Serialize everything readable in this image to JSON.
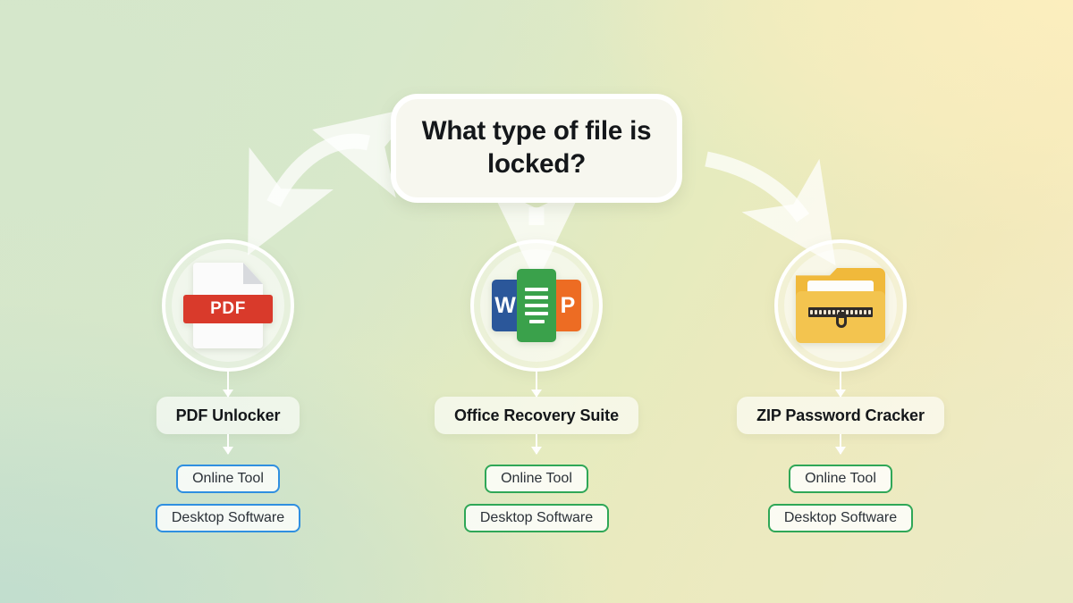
{
  "theme": {
    "bg_green": "#d4e6cb",
    "bg_yellow": "#f7edc4",
    "card_bg": "#f7f7ef",
    "card_border": "#ffffff",
    "text_dark": "#14171a",
    "blue_accent": "#2f8fe0",
    "green_accent": "#2fa757",
    "pdf_red": "#d93a2b",
    "word_blue": "#2b579a",
    "excel_green": "#3aa14b",
    "powerpoint_orange": "#ed6c23",
    "zip_yellow": "#f3c44f",
    "zip_dark": "#2f2b28"
  },
  "root": {
    "question": "What type of file is locked?"
  },
  "branches": [
    {
      "icon_name": "pdf-file-icon",
      "icon_label": "PDF",
      "name": "PDF Unlocker",
      "options": [
        {
          "label": "Online Tool",
          "accent": "blue"
        },
        {
          "label": "Desktop Software",
          "accent": "blue"
        }
      ]
    },
    {
      "icon_name": "office-documents-icon",
      "icon_word": "W",
      "icon_powerpoint": "P",
      "name": "Office Recovery Suite",
      "options": [
        {
          "label": "Online Tool",
          "accent": "green"
        },
        {
          "label": "Desktop Software",
          "accent": "green"
        }
      ]
    },
    {
      "icon_name": "zip-folder-icon",
      "name": "ZIP Password Cracker",
      "options": [
        {
          "label": "Online Tool",
          "accent": "green"
        },
        {
          "label": "Desktop Software",
          "accent": "green"
        }
      ]
    }
  ]
}
